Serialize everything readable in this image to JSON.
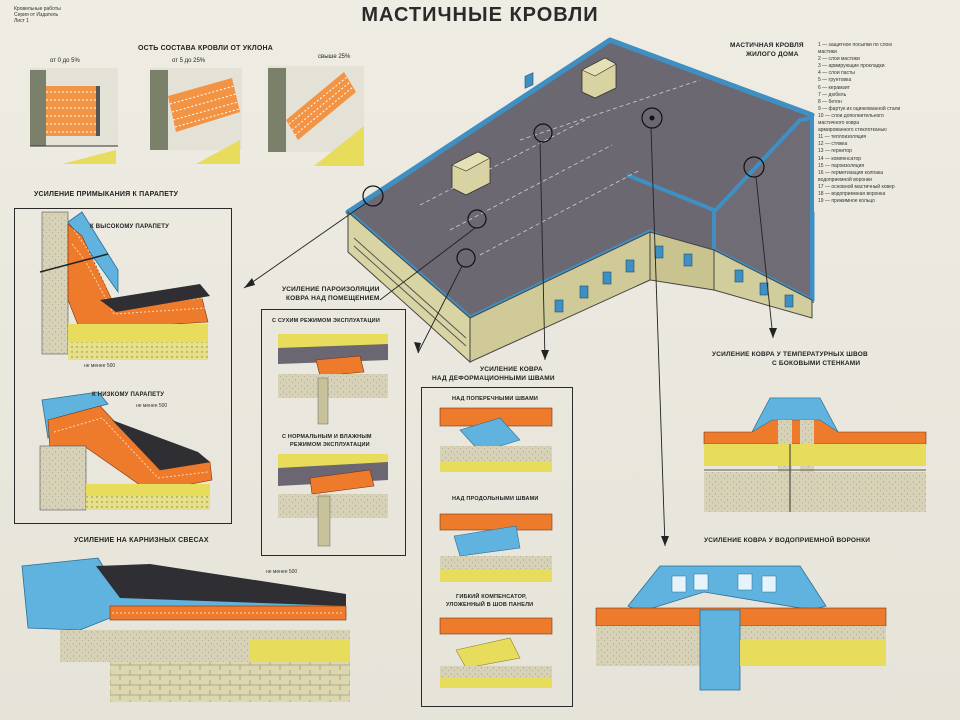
{
  "title": "МАСТИЧНЫЕ КРОВЛИ",
  "corner_note": [
    "Кровельные работы",
    "Серия от Издатель",
    "Лист 1"
  ],
  "slope_section": {
    "caption": "ОСТЬ СОСТАВА КРОВЛИ ОТ УКЛОНА",
    "ranges": [
      "от 0 до 5%",
      "от 5 до 25%",
      "свыше 25%"
    ]
  },
  "building_caption": [
    "МАСТИЧНАЯ КРОВЛЯ",
    "ЖИЛОГО ДОМА"
  ],
  "legend": [
    "1 — защитное посыпки по слою",
    "     мастики",
    "2 — слои мастики",
    "3 — армирующие прокладки",
    "4 — слои пасты",
    "5 — грунтовка",
    "6 — керамзит",
    "7 — дюбель",
    "8 — бетон",
    "9 — фартук из оцинкованной стали",
    "10 — слои дополнительного",
    "     мастичного ковра",
    "     армированного стеклотканью",
    "11 — теплоизоляция",
    "12 — стяжка",
    "13 — гернитор",
    "14 — компенсатор",
    "15 — пароизоляция",
    "16 — герметизация колпака",
    "     водоприемной воронки",
    "17 — основной мастичный ковер",
    "18 — водоприемная воронка",
    "19 — прижимное кольцо"
  ],
  "parapet": {
    "caption": "УСИЛЕНИЕ ПРИМЫКАНИЯ К ПАРАПЕТУ",
    "high": "К ВЫСОКОМУ ПАРАПЕТУ",
    "low": "К НИЗКОМУ ПАРАПЕТУ",
    "dim1": "не менее 500",
    "dim2": "не менее 500"
  },
  "vapor": {
    "caption": [
      "УСИЛЕНИЕ ПАРОИЗОЛЯЦИИ",
      "КОВРА НАД ПОМЕЩЕНИЕМ"
    ],
    "dry": "С СУХИМ РЕЖИМОМ ЭКСПЛУАТАЦИИ",
    "wet": [
      "С НОРМАЛЬНЫМ И ВЛАЖНЫМ",
      "РЕЖИМОМ ЭКСПЛУАТАЦИИ"
    ],
    "dim": "не менее 500"
  },
  "deform": {
    "caption": [
      "УСИЛЕНИЕ КОВРА",
      "НАД ДЕФОРМАЦИОННЫМИ ШВАМИ"
    ],
    "cross": "НАД ПОПЕРЕЧНЫМИ ШВАМИ",
    "long": "НАД ПРОДОЛЬНЫМИ ШВАМИ",
    "flex": [
      "ГИБКИЙ КОМПЕНСАТОР,",
      "УЛОЖЕННЫЙ В ШОВ ПАНЕЛИ"
    ]
  },
  "eaves": {
    "caption": "УСИЛЕНИЕ НА КАРНИЗНЫХ СВЕСАХ"
  },
  "temp": {
    "caption": [
      "УСИЛЕНИЕ КОВРА У ТЕМПЕРАТУРНЫХ ШВОВ",
      "С БОКОВЫМИ СТЕНКАМИ"
    ]
  },
  "funnel": {
    "caption": "УСИЛЕНИЕ КОВРА У ВОДОПРИЕМНОЙ ВОРОНКИ"
  },
  "colors": {
    "orange": "#ee7a2c",
    "blue": "#5fb3de",
    "yellow": "#e8dc5c",
    "roof": "#6b6872",
    "wall": "#d8d3a6",
    "dark": "#2e2e33"
  }
}
